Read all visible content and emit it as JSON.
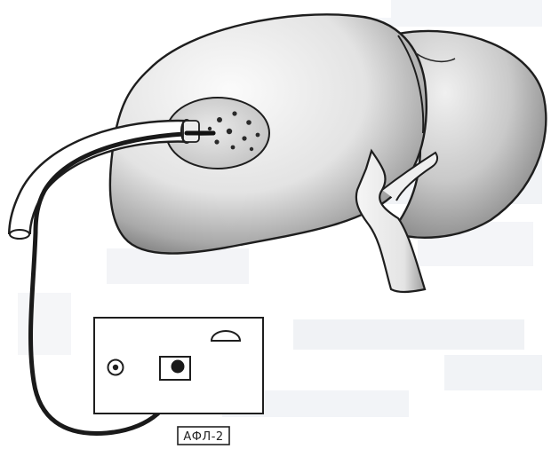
{
  "illustration": {
    "device_label": "АФЛ-2",
    "parts": {
      "organ": "liver",
      "light_guide": "fiber-optic-cable",
      "device": "laser-device"
    }
  },
  "colors": {
    "ink": "#1e1e1e",
    "paper": "#ffffff",
    "liver_light": "#f4f4f4",
    "liver_shade": "#9a9a9a",
    "liver_dark": "#6a6a6a",
    "paper_blotch": "#eef0f3"
  }
}
